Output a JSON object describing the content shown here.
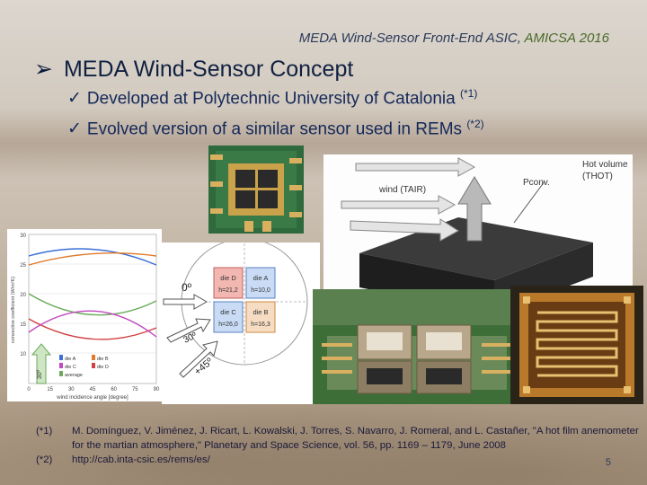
{
  "header": {
    "title_main": "MEDA Wind-Sensor Front-End ASIC,",
    "title_accent": "AMICSA 2016"
  },
  "slide": {
    "title": "MEDA Wind-Sensor Concept",
    "bullets": [
      {
        "text": "Developed at Polytechnic University of Catalonia",
        "ref": "(*1)"
      },
      {
        "text": "Evolved version of a similar sensor used in REMs",
        "ref": "(*2)"
      }
    ]
  },
  "diagram": {
    "pconv": "Pconv.",
    "hot_volume": "Hot volume",
    "t_hot": "(THOT)",
    "wind": "wind (TAIR)"
  },
  "chart": {
    "yaxis_label": "convective coefficient (W/m²K)",
    "xaxis_label": "wind incidence angle [degree]",
    "y_ticks": [
      "30",
      "25",
      "20",
      "15",
      "10"
    ],
    "x_ticks": [
      "0",
      "15",
      "30",
      "45",
      "60",
      "75",
      "90"
    ],
    "legend": [
      "die A",
      "die B",
      "die C",
      "die D",
      "average"
    ]
  },
  "quad": {
    "dies": [
      {
        "name": "die D",
        "h": "h=21,2"
      },
      {
        "name": "die A",
        "h": "h=10,0"
      },
      {
        "name": "die C",
        "h": "h=26,0"
      },
      {
        "name": "die B",
        "h": "h=16,3"
      }
    ],
    "angles": [
      "0º",
      "30º",
      "+45º"
    ],
    "arrow_angle": "30º"
  },
  "references": [
    {
      "id": "(*1)",
      "text": "M. Domínguez, V. Jiménez, J. Ricart, L. Kowalski, J. Torres, S. Navarro, J. Romeral, and L. Castañer, \"A hot film anemometer for the martian atmosphere,\" Planetary and Space Science, vol. 56, pp. 1169 – 1179, June 2008"
    },
    {
      "id": "(*2)",
      "text": "http://cab.inta-csic.es/rems/es/"
    }
  ],
  "page_number": "5",
  "colors": {
    "title_blue": "#102040",
    "accent_green": "#4a6a2a",
    "die_A": "#3b6fd6",
    "die_B": "#e07a2a",
    "die_C": "#c048c0",
    "die_D": "#d04040",
    "average": "#6aaa5a"
  }
}
